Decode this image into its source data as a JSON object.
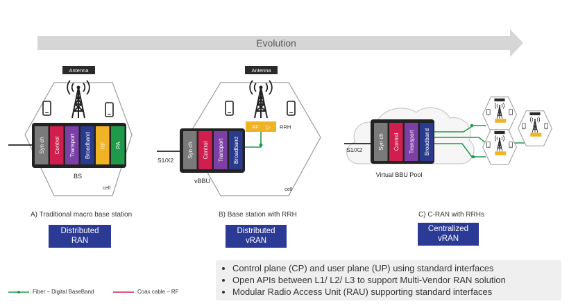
{
  "evolution_label": "Evolution",
  "antenna_label": "Antenna",
  "panel_a": {
    "modules": [
      "Syn ch",
      "Control",
      "Transport",
      "Broadband",
      "RF",
      "PA"
    ],
    "unit_label": "BS",
    "cell_label": "cell",
    "caption": "A) Traditional macro base station",
    "tag": [
      "Distributed",
      "RAN"
    ]
  },
  "panel_b": {
    "modules": [
      "Syn ch",
      "Control",
      "Transport",
      "Broadband"
    ],
    "rf_label": "RF",
    "rrh_label": "RRH",
    "interface_label": "S1/X2",
    "unit_label": "vBBU",
    "cell_label": "cell",
    "caption": "B) Base station with RRH",
    "tag": [
      "Distributed",
      "vRAN"
    ]
  },
  "panel_c": {
    "modules": [
      "Syn ch",
      "Control",
      "Transport",
      "Broadband"
    ],
    "interface_label": "S1/X2",
    "pool_label": "Virtual BBU Pool",
    "caption": "C) C-RAN with RRHs",
    "tag": [
      "Centralized",
      "vRAN"
    ]
  },
  "bullets": [
    "Control plane (CP) and user plane (UP) using standard interfaces",
    "Open APIs between L1/ L2/ L3 to support Multi-Vendor RAN solution",
    "Modular Radio Access Unit (RAU) supporting standard interfaces"
  ],
  "legend": {
    "fiber": "Fiber – Digital BaseBand",
    "coax": "Coax cable – RF"
  },
  "colors": {
    "synch": "#7a7a7a",
    "control": "#d01f4e",
    "transport": "#7b3fa6",
    "broadband": "#2a3a8c",
    "rf": "#f0b323",
    "pa": "#1f9a4a",
    "fiber": "#1f9a4a",
    "coax": "#d01f4e",
    "tag": "#2b3a94"
  }
}
